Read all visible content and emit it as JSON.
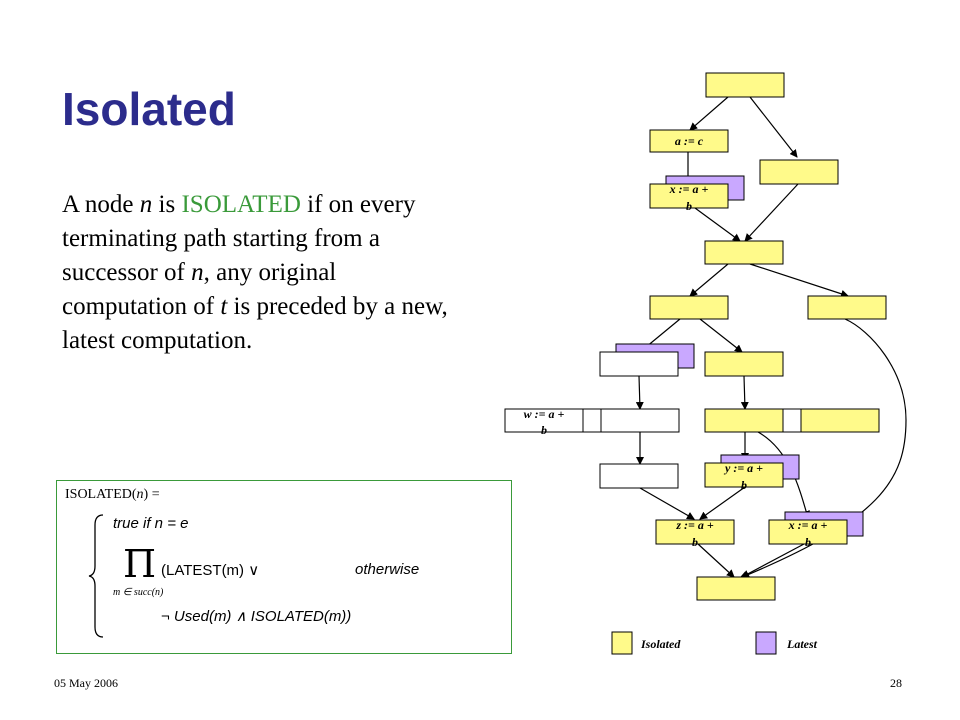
{
  "slide": {
    "title": "Isolated",
    "paragraph": {
      "p1": "A node ",
      "p2": "n",
      "p3": " is ",
      "p4": "ISOLATED",
      "p5": " if on every terminating path starting from a successor of ",
      "p6": "n",
      "p7": ", any original computation of ",
      "p8": "t",
      "p9": " is preceded by a new, latest computation."
    },
    "formula": {
      "head_a": "ISOLATED(",
      "head_n": "n",
      "head_b": ") =",
      "case1": "true   if  n = e",
      "pi": "Π",
      "case2": "(LATEST(m) ∨",
      "otherwise": "otherwise",
      "sub": "m ∈ succ(n)",
      "case3": "¬ Used(m) ∧ ISOLATED(m))"
    },
    "graph": {
      "node_labels": {
        "a_c": "a := c",
        "x1_l1": "x := a +",
        "x1_l2": "b",
        "w_l1": "w := a +",
        "w_l2": "b",
        "y_l1": "y := a +",
        "y_l2": "b",
        "z_l1": "z := a +",
        "z_l2": "b",
        "x2_l1": "x := a +",
        "x2_l2": "b"
      },
      "legend": {
        "isolated": "Isolated",
        "latest": "Latest"
      },
      "colors": {
        "isolated": "#fffa8a",
        "latest": "#c9a8ff",
        "plain": "#ffffff"
      }
    },
    "footer": {
      "date": "05 May 2006",
      "page": "28"
    }
  }
}
